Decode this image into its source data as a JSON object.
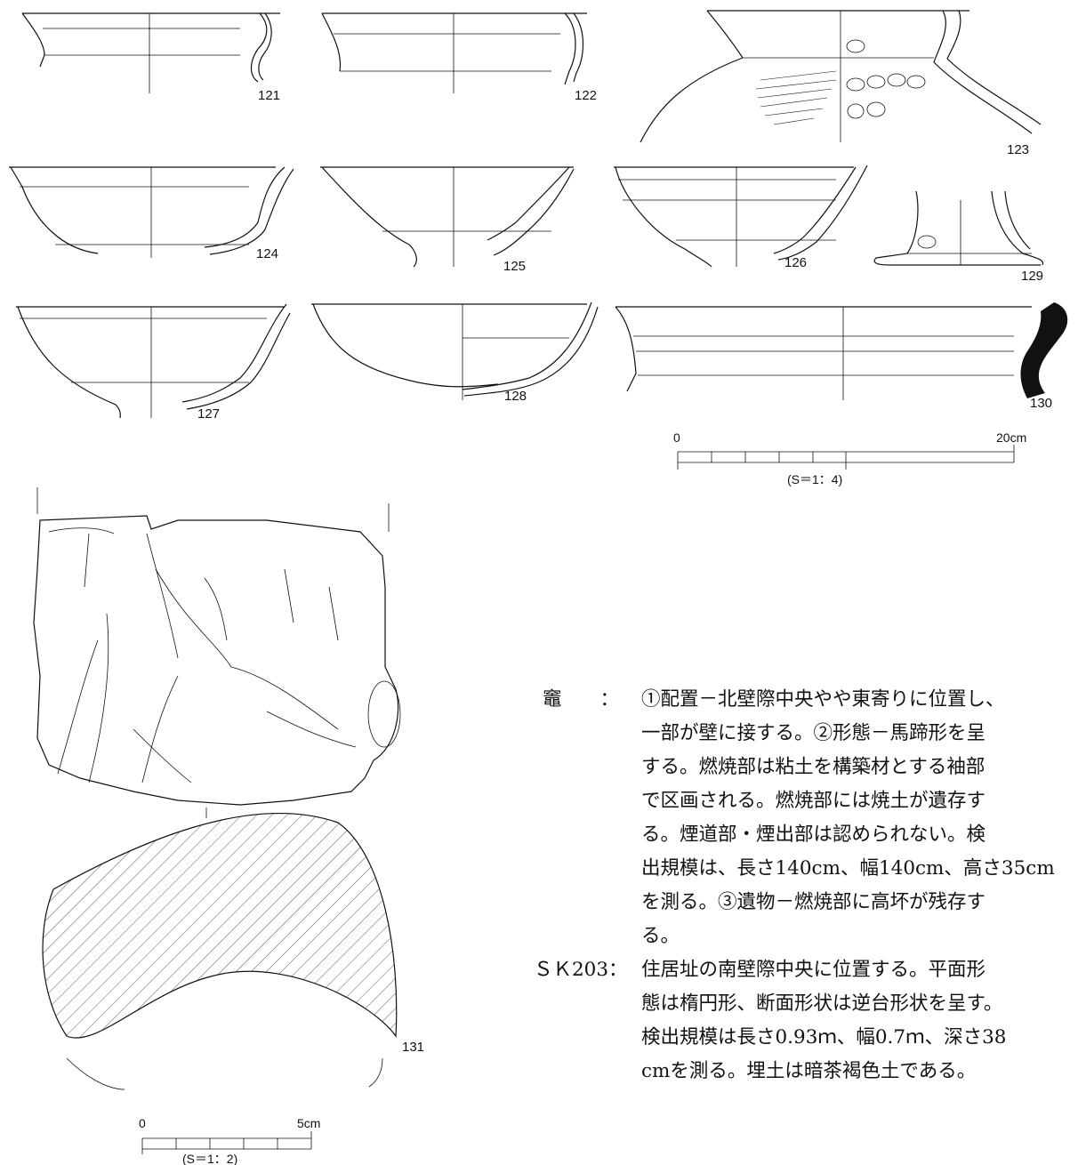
{
  "figure_numbers": [
    "121",
    "122",
    "123",
    "124",
    "125",
    "126",
    "129",
    "127",
    "128",
    "130",
    "131"
  ],
  "scale_bar_large": {
    "start": "0",
    "end": "20cm",
    "ratio": "(S＝1：4)"
  },
  "scale_bar_small": {
    "start": "0",
    "end": "5cm",
    "ratio": "(S＝1：2)"
  },
  "entries": [
    {
      "label": "竈　　：",
      "lines": [
        "①配置－北壁際中央やや東寄りに位置し、",
        "一部が壁に接する。②形態－馬蹄形を呈",
        "する。燃焼部は粘土を構築材とする袖部",
        "で区画される。燃焼部には焼土が遺存す",
        "る。煙道部・煙出部は認められない。検",
        "出規模は、長さ140cm、幅140cm、高さ35cm",
        "を測る。③遺物－燃焼部に高坏が残存す",
        "る。"
      ]
    },
    {
      "label": "ＳＫ203：",
      "lines": [
        "住居址の南壁際中央に位置する。平面形",
        "態は楕円形、断面形状は逆台形状を呈す。",
        "検出規模は長さ0.93ｍ、幅0.7ｍ、深さ38",
        "cmを測る。埋土は暗茶褐色土である。"
      ]
    }
  ]
}
